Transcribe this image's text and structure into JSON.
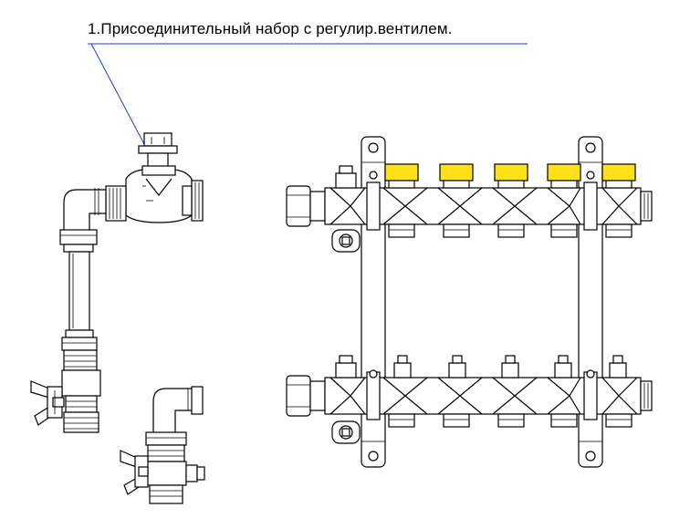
{
  "diagram": {
    "caption": "1.Присоединительный набор с регулир.вентилем.",
    "colors": {
      "line": "#000000",
      "leader": "#1a3fd6",
      "handwheel_fill": "#ffe11a",
      "background": "#ffffff"
    },
    "components": [
      "connection-set-with-regulating-valve",
      "elbow-connection-set",
      "supply-manifold-with-flow-meters",
      "return-manifold-with-valves",
      "mounting-brackets"
    ]
  }
}
